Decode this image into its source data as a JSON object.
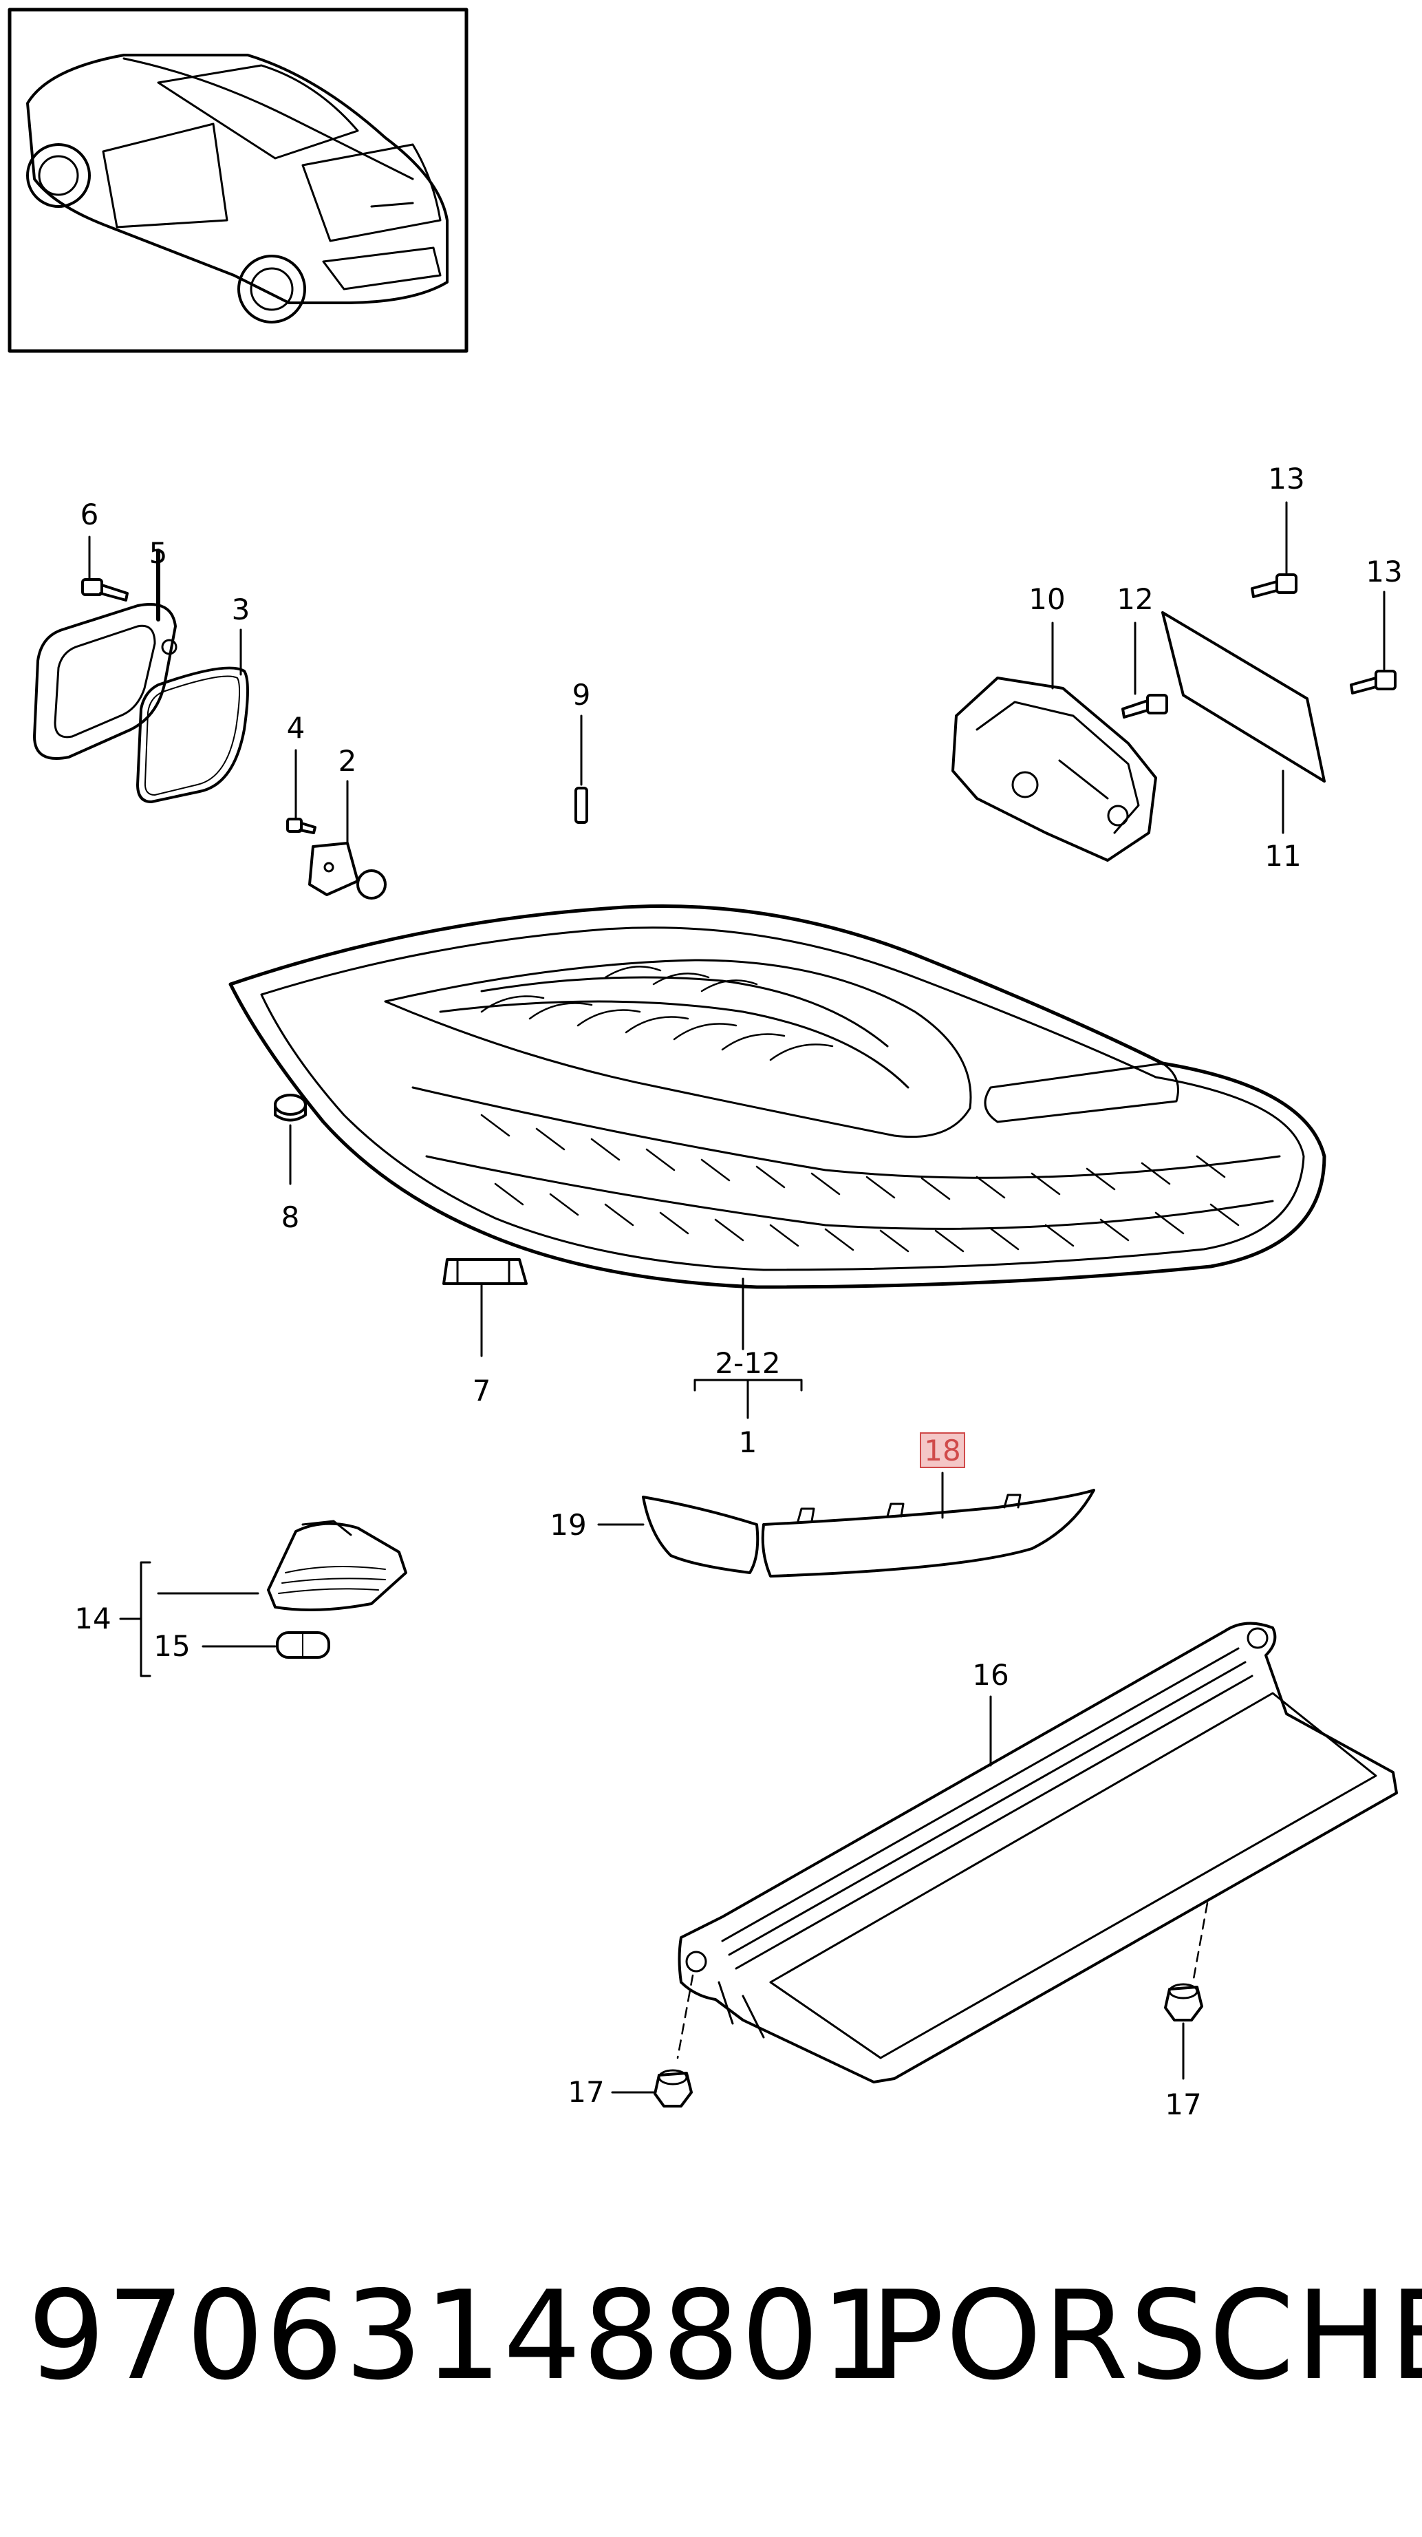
{
  "diagram": {
    "callouts": {
      "c1": "1",
      "c2": "2",
      "c2_12": "2-12",
      "c3": "3",
      "c4": "4",
      "c5": "5",
      "c6": "6",
      "c7": "7",
      "c8": "8",
      "c9": "9",
      "c10": "10",
      "c11": "11",
      "c12": "12",
      "c13a": "13",
      "c13b": "13",
      "c14": "14",
      "c15": "15",
      "c16": "16",
      "c17a": "17",
      "c17b": "17",
      "c18": "18",
      "c19": "19"
    },
    "highlight_color": "#f4c7c7",
    "highlight_border": "#d04a4a"
  },
  "footer": {
    "part_number": "97063148801",
    "brand": "PORSCHE"
  }
}
